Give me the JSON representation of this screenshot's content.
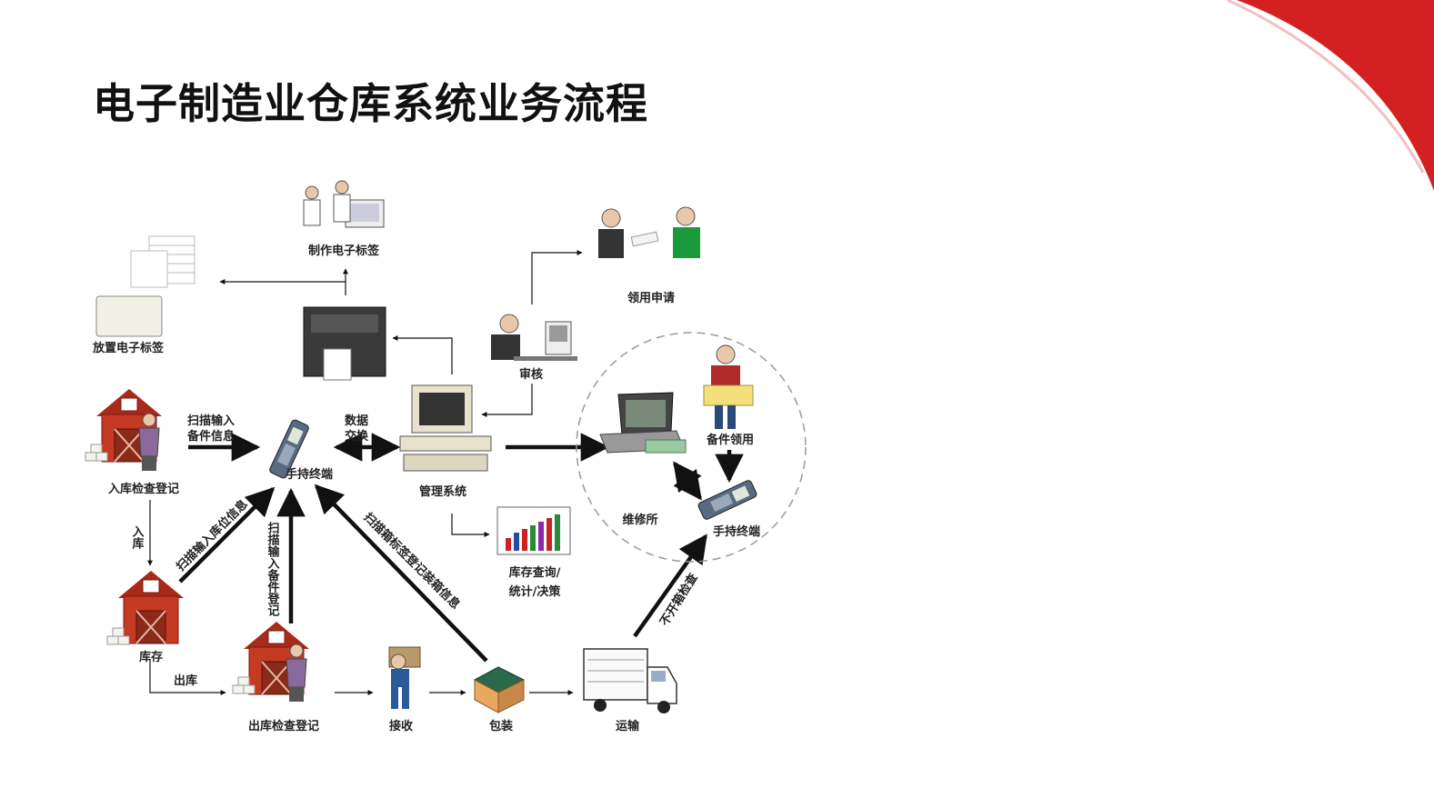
{
  "title": "电子制造业仓库系统业务流程",
  "colors": {
    "accent": "#d42020",
    "barn": "#c43a22",
    "arrow": "#111111"
  },
  "labels": {
    "make_tag": "制作电子标签",
    "place_tag": "放置电子标签",
    "apply": "领用申请",
    "review": "审核",
    "scan_in_1": "扫描输入",
    "scan_in_2": "备件信息",
    "exchange_1": "数据",
    "exchange_2": "交换",
    "handheld": "手持终端",
    "mgmt": "管理系统",
    "inbound_check": "入库检查登记",
    "inbound": "入库",
    "stock": "库存",
    "outbound": "出库",
    "outbound_check": "出库检查登记",
    "receive": "接收",
    "pack": "包装",
    "transport": "运输",
    "query_1": "库存查询/",
    "query_2": "统计/决策",
    "repair": "维修所",
    "spare_use": "备件领用",
    "handheld_repair": "手持终端",
    "scan_loc": "扫描输入库位信息",
    "scan_reg": "扫描输入备件登记",
    "scan_box": "扫描箱标签登记装箱信息",
    "no_open": "不开箱检查"
  }
}
